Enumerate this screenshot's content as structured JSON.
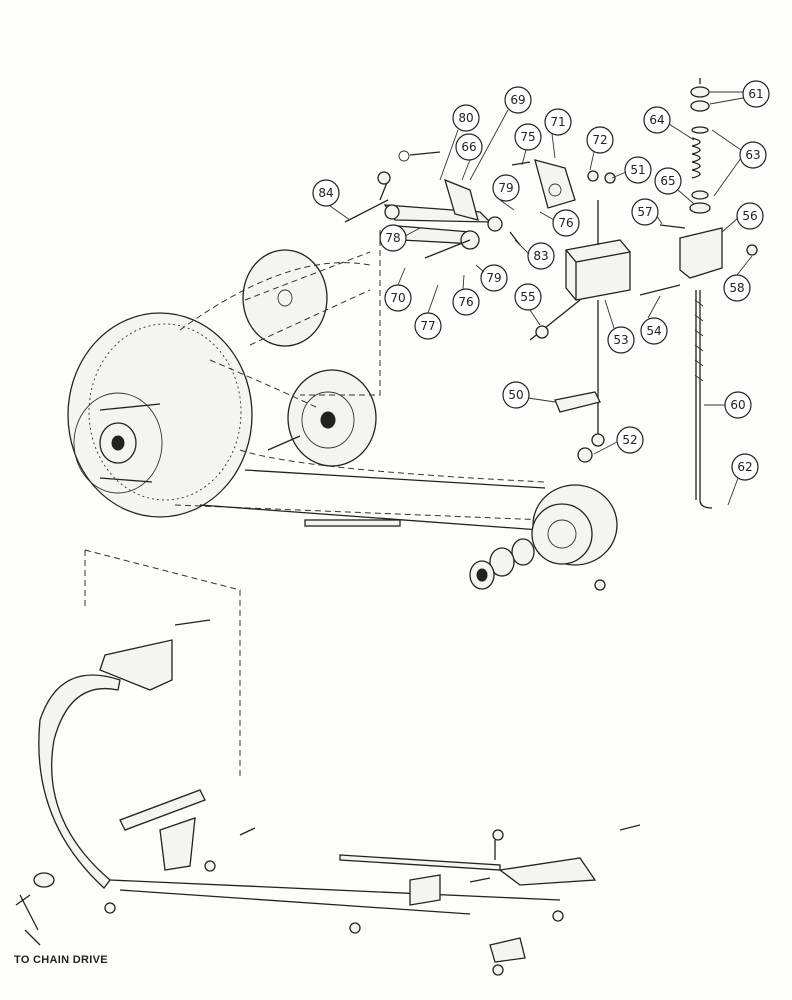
{
  "caption": "TO CHAIN DRIVE",
  "callouts": [
    "50",
    "51",
    "52",
    "53",
    "54",
    "55",
    "56",
    "57",
    "58",
    "60",
    "61",
    "62",
    "63",
    "64",
    "65",
    "66",
    "69",
    "70",
    "71",
    "72",
    "75",
    "76",
    "76",
    "77",
    "78",
    "79",
    "79",
    "80",
    "83",
    "84"
  ]
}
